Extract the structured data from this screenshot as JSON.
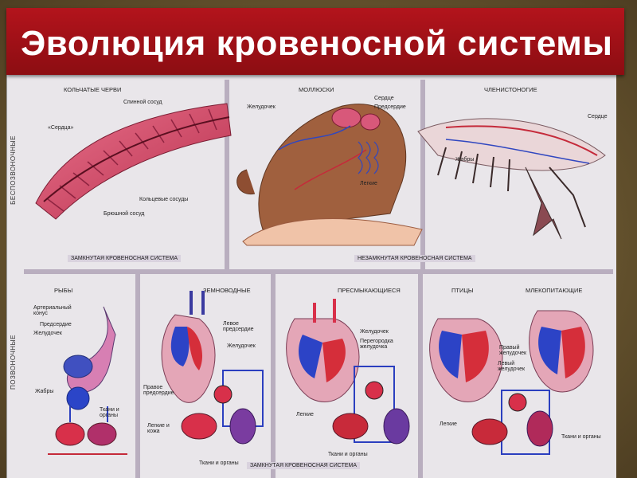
{
  "title": "Эволюция кровеносной системы",
  "sections": {
    "invertebrates": "Беспозвоночные",
    "vertebrates": "Позвоночные"
  },
  "panels": {
    "worms": {
      "title": "Кольчатые черви",
      "labels": [
        "Спинной сосуд",
        "«Сердца»",
        "Кольцевые сосуды",
        "Брюшной сосуд"
      ]
    },
    "mollusks": {
      "title": "Моллюски",
      "labels": [
        "Сердце",
        "Предсердие",
        "Желудочек",
        "Легкие"
      ]
    },
    "arthropods": {
      "title": "Членистоногие",
      "labels": [
        "Сердце",
        "Жабры"
      ]
    },
    "fish": {
      "title": "Рыбы",
      "labels": [
        "Артериальный конус",
        "Предсердие",
        "Желудочек",
        "Жабры",
        "Ткани и органы"
      ]
    },
    "amphibians": {
      "title": "Земноводные",
      "labels": [
        "Левое предсердие",
        "Желудочек",
        "Правое предсердие",
        "Легкие и кожа",
        "Ткани и органы"
      ]
    },
    "reptiles": {
      "title": "Пресмыкающиеся",
      "labels": [
        "Желудочек",
        "Перегородка желудочка",
        "Легкие",
        "Ткани и органы"
      ]
    },
    "birds": {
      "title": "Птицы"
    },
    "mammals": {
      "title": "Млекопитающие",
      "labels": [
        "Правый желудочек",
        "Левый желудочек",
        "Легкие",
        "Ткани и органы"
      ]
    }
  },
  "bars": {
    "closed_top": "Замкнутая кровеносная система",
    "open_top": "Незамкнутая кровеносная система",
    "closed_bottom": "Замкнутая кровеносная система"
  },
  "colors": {
    "banner": "#a5111a",
    "arterial": "#d8203a",
    "venous": "#2b3fbf",
    "tissue": "#f2c3c9"
  }
}
